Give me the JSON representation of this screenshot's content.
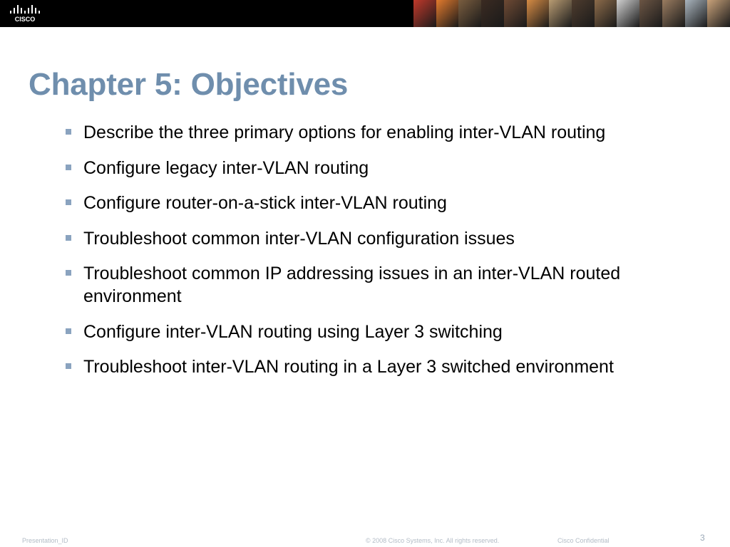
{
  "header": {
    "logo_text": "CISCO",
    "photo_colors": [
      "#c0392b",
      "#e27a2d",
      "#7a5d3f",
      "#3b2b22",
      "#6e4a34",
      "#d58b44",
      "#b89b72",
      "#4e3c2e",
      "#8c6b4a",
      "#cfcfcf",
      "#6b5544",
      "#9a7c60",
      "#a9b4bd",
      "#c9a27a"
    ]
  },
  "slide": {
    "title": "Chapter 5: Objectives",
    "bullets": [
      "Describe the three primary options for enabling inter-VLAN routing",
      "Configure legacy inter-VLAN routing",
      "Configure router-on-a-stick inter-VLAN routing",
      "Troubleshoot common inter-VLAN configuration issues",
      "Troubleshoot common IP addressing issues in an inter-VLAN routed environment",
      "Configure inter-VLAN routing using Layer 3 switching",
      "Troubleshoot inter-VLAN routing in a Layer 3 switched environment"
    ]
  },
  "footer": {
    "presentation_id": "Presentation_ID",
    "copyright": "© 2008 Cisco Systems, Inc. All rights reserved.",
    "confidential": "Cisco Confidential",
    "page_number": "3"
  },
  "colors": {
    "title": "#6f8ead",
    "bullet_marker": "#8aa3bf",
    "header_bg": "#000000"
  }
}
